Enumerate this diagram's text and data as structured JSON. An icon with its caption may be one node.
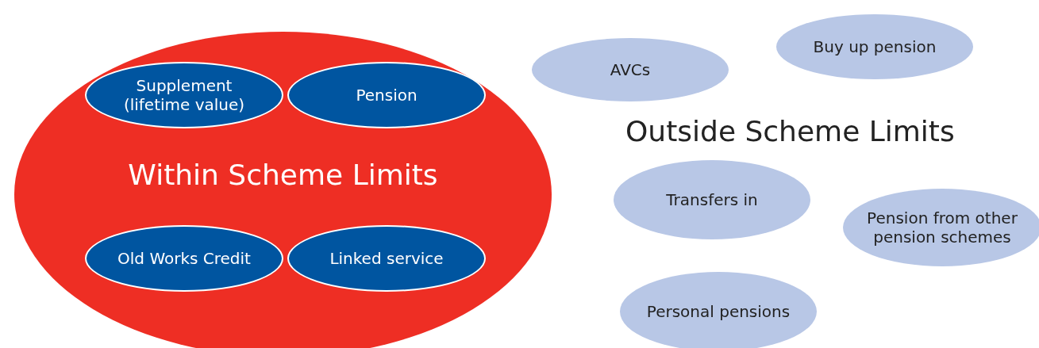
{
  "diagram": {
    "nodes": [
      {
        "text": [
          "Within Scheme Limits"
        ]
      },
      {
        "text": [
          "Supplement (lifetime value)"
        ],
        "in": 0
      },
      {
        "text": [
          "Pension"
        ],
        "in": 0
      },
      {
        "text": [
          "Old Works Credit"
        ],
        "in": 0
      },
      {
        "text": [
          "Linked service"
        ],
        "in": 0
      },
      {
        "text": [
          "AVCs"
        ]
      },
      {
        "text": [
          "Buy up pension"
        ]
      },
      {
        "text": [
          "Transfers in"
        ]
      },
      {
        "text": [
          "Pension from other pension schemes"
        ]
      },
      {
        "text": [
          "Personal pensions"
        ]
      }
    ],
    "edges": [],
    "labels": [
      "Outside Scheme Limits"
    ]
  }
}
